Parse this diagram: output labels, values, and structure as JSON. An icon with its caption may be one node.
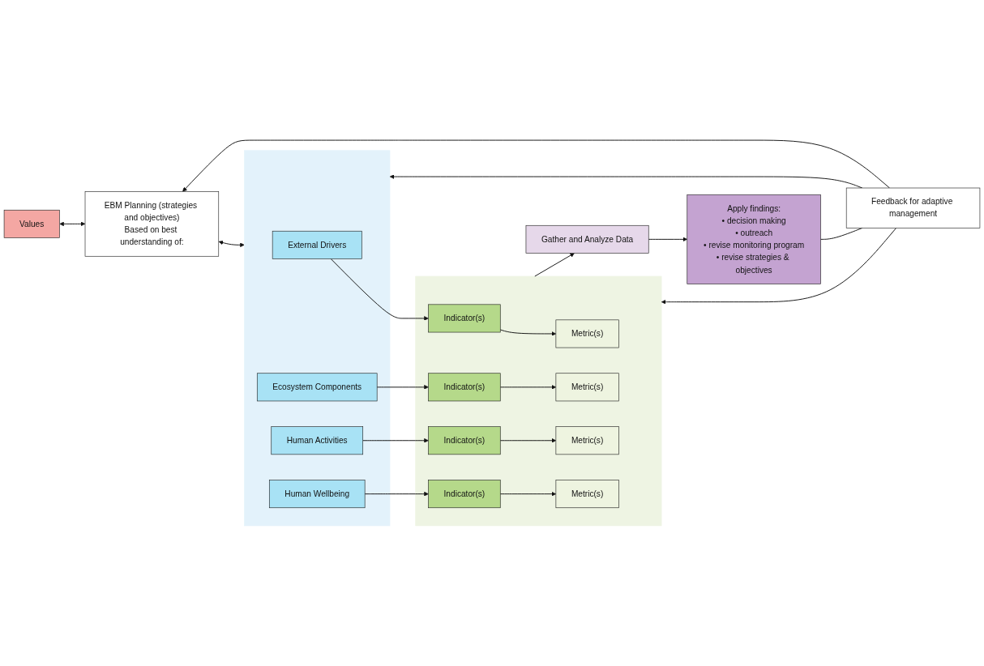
{
  "diagram": {
    "nodes": [
      {
        "text": [
          "Values"
        ]
      },
      {
        "text": [
          "EBM Planning (strategies and objectives)",
          "Based on best understanding of:"
        ]
      },
      {
        "text": [],
        "shape": "box"
      },
      {
        "text": [
          "External Drivers"
        ],
        "in": 2
      },
      {
        "text": [
          "Ecosystem Components"
        ],
        "in": 2
      },
      {
        "text": [
          "Human Activities"
        ],
        "in": 2
      },
      {
        "text": [
          "Human Wellbeing"
        ],
        "in": 2
      },
      {
        "text": [],
        "shape": "box"
      },
      {
        "text": [
          "Indicator(s)"
        ],
        "in": 7
      },
      {
        "text": [
          "Metric(s)"
        ],
        "in": 7
      },
      {
        "text": [
          "Indicator(s)"
        ],
        "in": 7
      },
      {
        "text": [
          "Metric(s)"
        ],
        "in": 7
      },
      {
        "text": [
          "Indicator(s)"
        ],
        "in": 7
      },
      {
        "text": [
          "Metric(s)"
        ],
        "in": 7
      },
      {
        "text": [
          "Indicator(s)"
        ],
        "in": 7
      },
      {
        "text": [
          "Metric(s)"
        ],
        "in": 7
      },
      {
        "text": [
          "Gather and Analyze Data"
        ]
      },
      {
        "text": [
          "Apply findings:",
          "• decision making",
          "• outreach",
          "• revise monitoring program",
          "• revise strategies & objectives"
        ]
      },
      {
        "text": [
          "Feedback for adaptive management"
        ]
      }
    ],
    "edges": [
      {
        "from": 0,
        "to": 1,
        "arrow": "both"
      },
      {
        "from": 1,
        "to": 2,
        "arrow": "both"
      },
      {
        "from": 3,
        "to": 8,
        "arrow": "to"
      },
      {
        "from": 4,
        "to": 10,
        "arrow": "to"
      },
      {
        "from": 5,
        "to": 12,
        "arrow": "to"
      },
      {
        "from": 6,
        "to": 14,
        "arrow": "to"
      },
      {
        "from": 8,
        "to": 9,
        "arrow": "to"
      },
      {
        "from": 10,
        "to": 11,
        "arrow": "to"
      },
      {
        "from": 12,
        "to": 13,
        "arrow": "to"
      },
      {
        "from": 14,
        "to": 15,
        "arrow": "to"
      },
      {
        "from": 7,
        "to": 16,
        "arrow": "to"
      },
      {
        "from": 16,
        "to": 17,
        "arrow": "to"
      },
      {
        "from": 17,
        "to": 18,
        "arrow": "none"
      },
      {
        "from": 18,
        "to": 1,
        "arrow": "to"
      },
      {
        "from": 18,
        "to": 2,
        "arrow": "to"
      },
      {
        "from": 18,
        "to": 7,
        "arrow": "to"
      }
    ]
  }
}
